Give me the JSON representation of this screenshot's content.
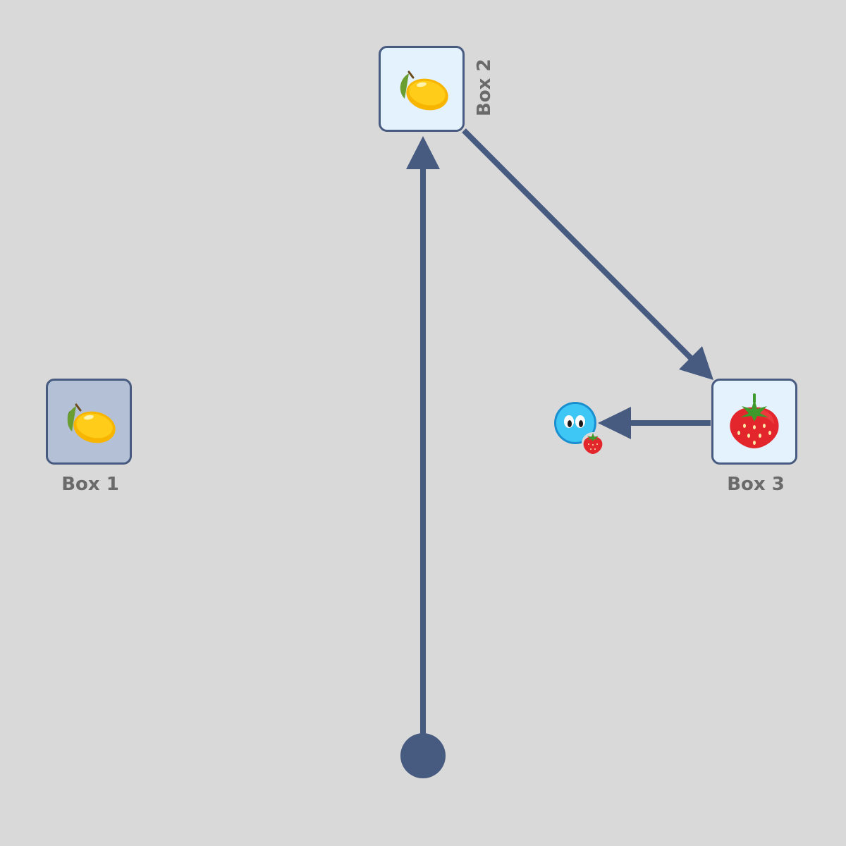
{
  "scene": {
    "background_color": "#d9d9d9",
    "path_color": "#475a80"
  },
  "boxes": [
    {
      "label": "Box 1",
      "item": "lemon-icon",
      "state": "inactive"
    },
    {
      "label": "Box 2",
      "item": "lemon-icon",
      "state": "active"
    },
    {
      "label": "Box 3",
      "item": "strawberry-icon",
      "state": "active"
    }
  ],
  "agent": {
    "icon": "blue-ball-face-icon",
    "carrying": "strawberry-icon"
  },
  "start": {
    "icon": "start-dot"
  }
}
